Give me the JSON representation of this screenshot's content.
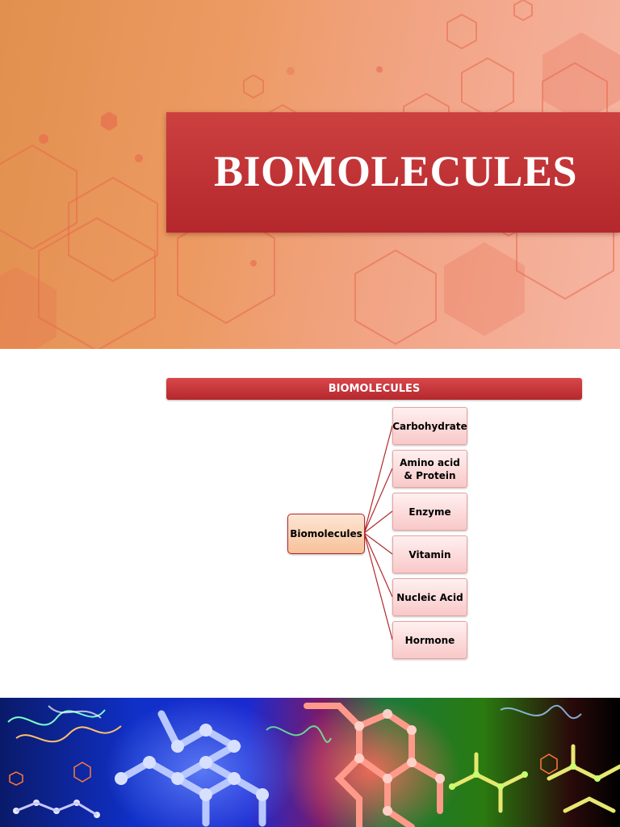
{
  "title_slide": {
    "title": "BIOMOLECULES"
  },
  "diagram_slide": {
    "header": "BIOMOLECULES",
    "root": "Biomolecules",
    "children": [
      "Carbohydrate",
      "Amino acid & Protein",
      "Enzyme",
      "Vitamin",
      "Nucleic Acid",
      "Hormone"
    ]
  },
  "colors": {
    "accent_red": "#b4282d",
    "orange_bg": "#e2904e",
    "salmon_bg": "#f6b5a3"
  }
}
